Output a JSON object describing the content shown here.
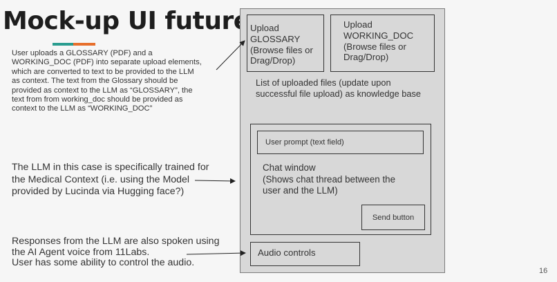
{
  "slide": {
    "title": "Mock-up UI future",
    "page_number": "16",
    "accent_colors": [
      "#2a9d8f",
      "#e76f2c"
    ]
  },
  "notes": {
    "upload_note": [
      "User uploads a GLOSSARY (PDF) and a",
      "WORKING_DOC (PDF) into separate upload elements,",
      "which are converted to text to be provided to the LLM",
      "as context. The text from the Glossary should be",
      "provided as context to the LLM as “GLOSSARY”, the",
      "text from from working_doc should  be provided as",
      "context to the LLM as “WORKING_DOC”"
    ],
    "llm_note": [
      "The LLM in this case is specifically trained for",
      "the Medical Context (i.e. using the Model",
      "provided by Lucinda via Hugging face?)"
    ],
    "audio_note": [
      "Responses from the LLM are also spoken using",
      "the AI Agent voice from 11Labs.",
      "User has some ability to control the audio."
    ]
  },
  "mockup": {
    "upload_glossary": [
      "Upload",
      "GLOSSARY",
      "(Browse files or",
      "Drag/Drop)"
    ],
    "upload_working_doc": [
      "Upload",
      "WORKING_DOC",
      "(Browse files or",
      "Drag/Drop)"
    ],
    "uploaded_files": [
      "List of uploaded files (update upon",
      "successful file upload) as knowledge base"
    ],
    "user_prompt": "User prompt (text field)",
    "chat_window": [
      "Chat window",
      "(Shows chat thread between the",
      "user and the LLM)"
    ],
    "send_button": "Send button",
    "audio_controls": "Audio controls"
  }
}
